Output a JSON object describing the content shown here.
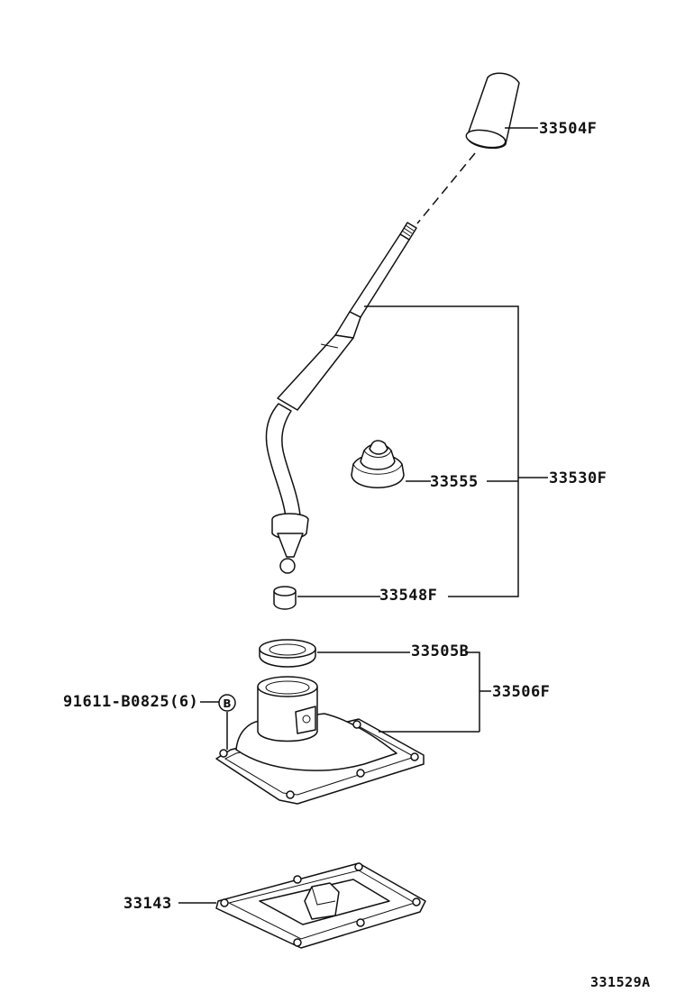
{
  "figure_code": "331529A",
  "parts": {
    "knob": "33504F",
    "lever_assembly": "33530F",
    "boot": "33555",
    "bushing": "33548F",
    "seal": "33505B",
    "housing_assembly": "33506F",
    "bolt": "91611-B0825(6)",
    "bolt_marker": "B",
    "gasket": "33143"
  }
}
